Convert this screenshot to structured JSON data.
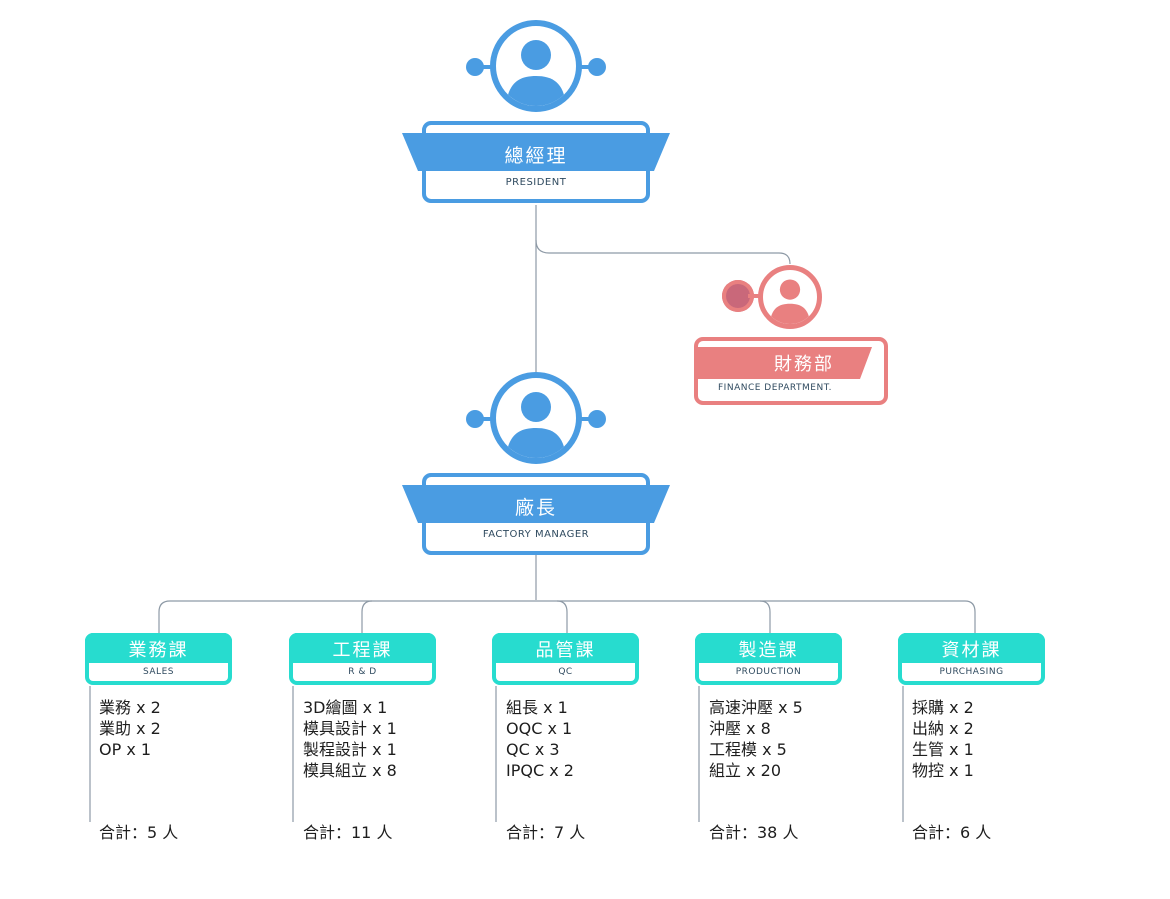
{
  "colors": {
    "blue": "#4a9ce2",
    "red": "#e98080",
    "teal": "#27dccf",
    "line": "#8e9aa6"
  },
  "president": {
    "title": "總經理",
    "subtitle": "PRESIDENT",
    "icon": "person-icon"
  },
  "finance": {
    "title": "財務部",
    "subtitle": "FINANCE DEPARTMENT.",
    "icon": "person-icon"
  },
  "factory_manager": {
    "title": "廠長",
    "subtitle": "FACTORY MANAGER",
    "icon": "person-icon"
  },
  "departments": [
    {
      "title": "業務課",
      "subtitle": "SALES",
      "staff": [
        "業務 x 2",
        "業助 x 2",
        "OP x 1"
      ],
      "total": "合計：5 人"
    },
    {
      "title": "工程課",
      "subtitle": "R & D",
      "staff": [
        "3D繪圖 x 1",
        "模具設計 x 1",
        "製程設計 x 1",
        "模具組立 x 8"
      ],
      "total": "合計：11 人"
    },
    {
      "title": "品管課",
      "subtitle": "QC",
      "staff": [
        "組長 x 1",
        "OQC x 1",
        "QC x 3",
        "IPQC x 2"
      ],
      "total": "合計：7 人"
    },
    {
      "title": "製造課",
      "subtitle": "PRODUCTION",
      "staff": [
        "高速沖壓 x 5",
        "沖壓 x 8",
        "工程模 x 5",
        "組立 x 20"
      ],
      "total": "合計：38 人"
    },
    {
      "title": "資材課",
      "subtitle": "PURCHASING",
      "staff": [
        "採購 x 2",
        "出納 x 2",
        "生管 x 1",
        "物控 x 1"
      ],
      "total": "合計：6 人"
    }
  ]
}
